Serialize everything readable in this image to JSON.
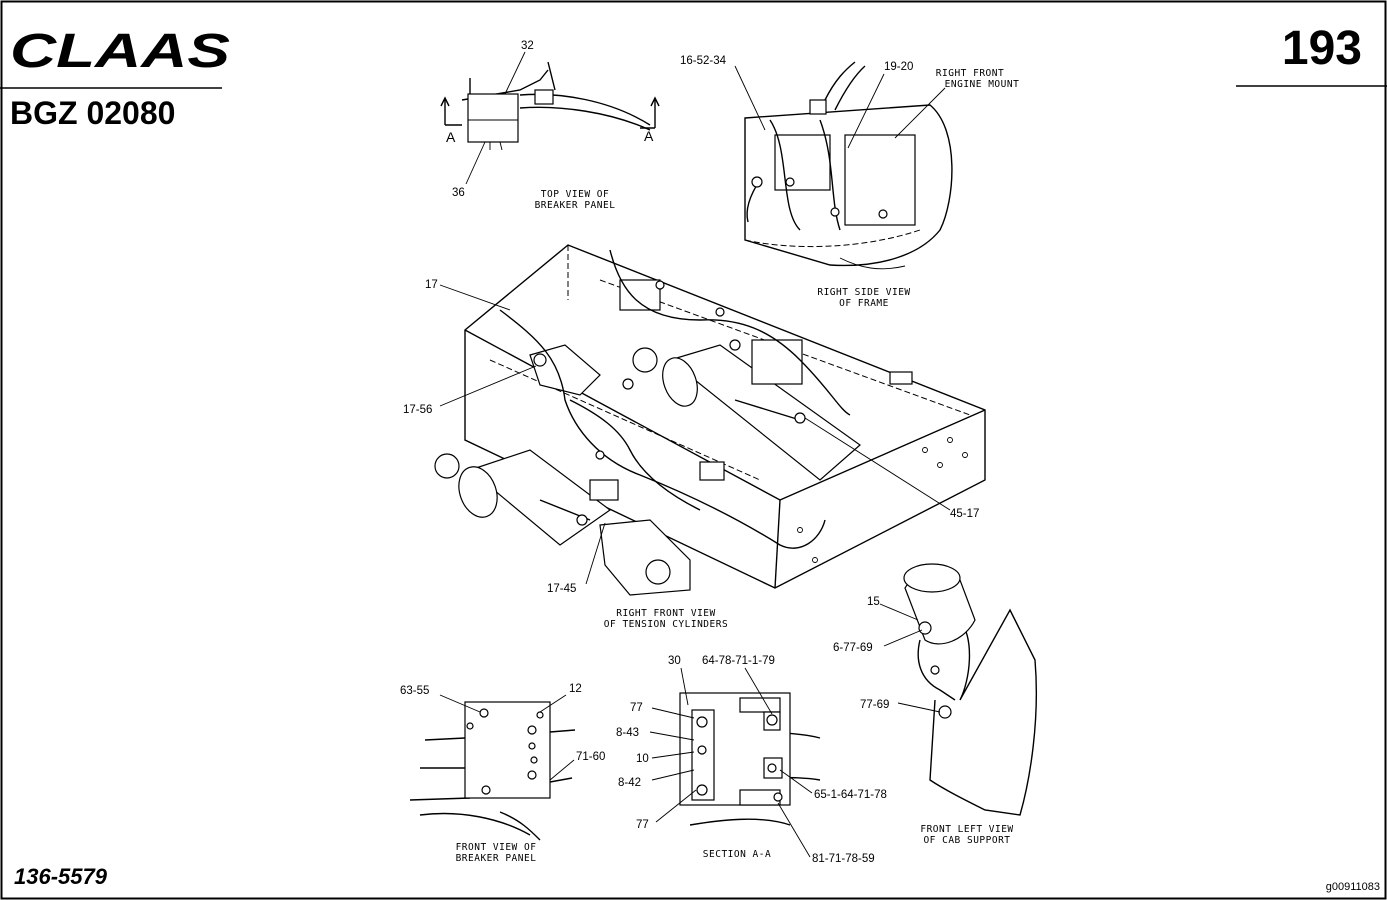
{
  "header": {
    "brand": "CLAAS",
    "doc_code": "BGZ 02080",
    "page_number": "193"
  },
  "footer": {
    "part_number": "136-5579",
    "figure_id": "g00911083"
  },
  "views": {
    "top_breaker": {
      "caption_1": "TOP VIEW OF",
      "caption_2": "BREAKER PANEL",
      "section_mark_left": "A",
      "section_mark_right": "A"
    },
    "right_side_frame": {
      "caption_1": "RIGHT SIDE VIEW",
      "caption_2": "OF FRAME",
      "note_1": "RIGHT FRONT",
      "note_2": "ENGINE MOUNT"
    },
    "main": {
      "caption_1": "RIGHT FRONT VIEW",
      "caption_2": "OF TENSION CYLINDERS"
    },
    "front_breaker": {
      "caption_1": "FRONT VIEW OF",
      "caption_2": "BREAKER PANEL"
    },
    "section_aa": {
      "caption_1": "SECTION A-A"
    },
    "cab_support": {
      "caption_1": "FRONT LEFT VIEW",
      "caption_2": "OF CAB SUPPORT"
    }
  },
  "callouts": {
    "c32": "32",
    "c36": "36",
    "c16_52_34": "16-52-34",
    "c19_20": "19-20",
    "c17": "17",
    "c17_56": "17-56",
    "c45_17": "45-17",
    "c17_45": "17-45",
    "c15": "15",
    "c6_77_69": "6-77-69",
    "c77_69": "77-69",
    "c63_55": "63-55",
    "c12": "12",
    "c71_60": "71-60",
    "c30": "30",
    "c64_78_71_1_79": "64-78-71-1-79",
    "c77_top": "77",
    "c8_43": "8-43",
    "c10": "10",
    "c8_42": "8-42",
    "c77_bottom": "77",
    "c65_1_64_71_78": "65-1-64-71-78",
    "c81_71_78_59": "81-71-78-59"
  }
}
